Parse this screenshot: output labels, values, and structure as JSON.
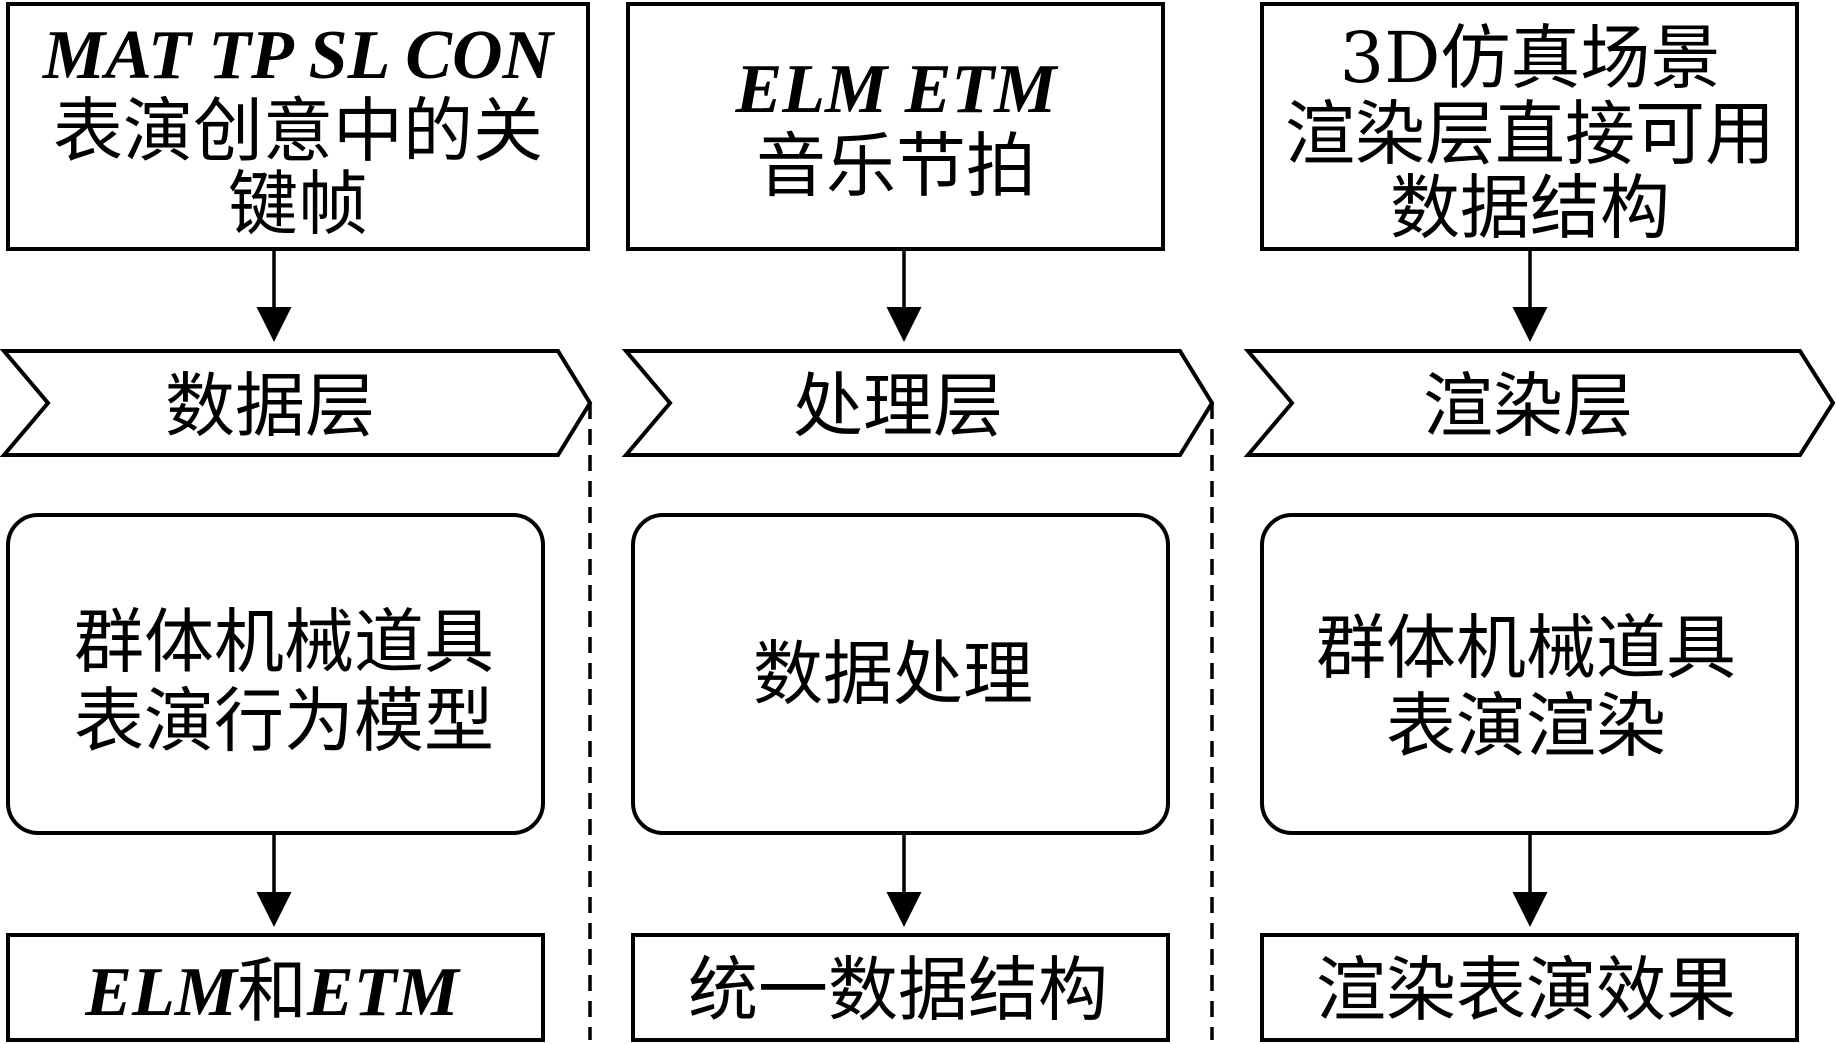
{
  "columns": [
    {
      "input": {
        "line1": "MAT TP SL CON",
        "line2": "表演创意中的关",
        "line3": "键帧"
      },
      "layer": "数据层",
      "process": {
        "line1": "群体机械道具",
        "line2": "表演行为模型"
      },
      "output": {
        "part1": "ELM",
        "part2": "和",
        "part3": "ETM"
      }
    },
    {
      "input": {
        "line1": "ELM ETM",
        "line2": "音乐节拍"
      },
      "layer": "处理层",
      "process": {
        "line1": "数据处理"
      },
      "output": {
        "line1": "统一数据结构"
      }
    },
    {
      "input": {
        "line1": "3D仿真场景",
        "line2": "渲染层直接可用",
        "line3": "数据结构"
      },
      "layer": "渲染层",
      "process": {
        "line1": "群体机械道具",
        "line2": "表演渲染"
      },
      "output": {
        "line1": "渲染表演效果"
      }
    }
  ]
}
